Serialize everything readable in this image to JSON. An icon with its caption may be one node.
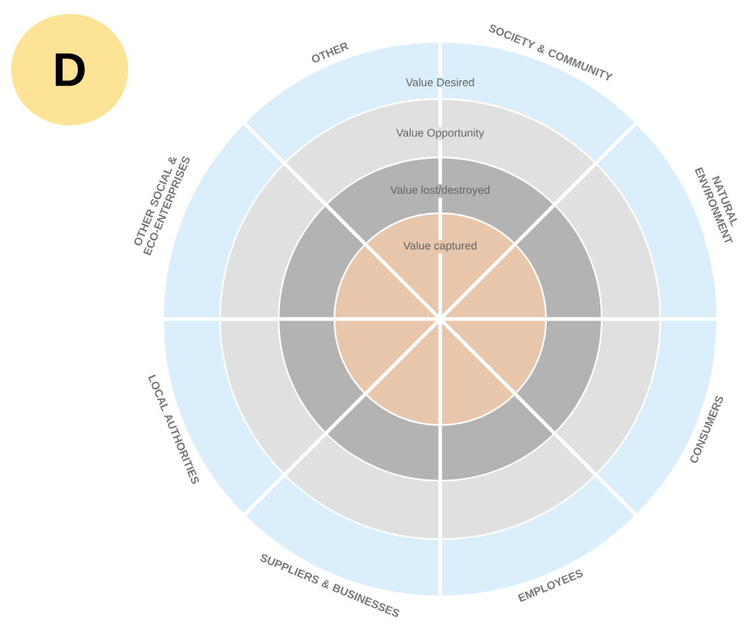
{
  "diagram": {
    "nodes": [
      {
        "text": [
          "D"
        ]
      },
      {
        "text": [
          "Value Desired"
        ]
      },
      {
        "text": [
          "Value Opportunity"
        ],
        "in": 1
      },
      {
        "text": [
          "Value lost/destroyed"
        ],
        "in": 2
      },
      {
        "text": [
          "Value captured"
        ],
        "in": 3
      }
    ],
    "labels": [
      "OTHER",
      "SOCIETY & COMMUNITY",
      "NATURAL ENVIRONMENT",
      "CONSUMERS",
      "EMPLOYEES",
      "SUPPLIERS & BUSINESSES",
      "LOCAL AUTHORITIES",
      "OTHER SOCIAL & ECO-ENTERPRISES"
    ]
  }
}
